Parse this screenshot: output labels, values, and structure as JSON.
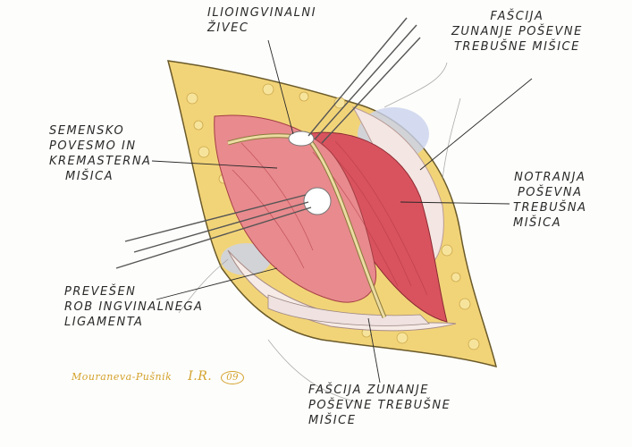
{
  "labels": {
    "ilioinguinal": [
      "ILIOINGVINALNI",
      "ŽIVEC"
    ],
    "fascija_top": [
      "FAŠCIJA",
      "ZUNANJE POŠEVNE",
      "TREBUŠNE MIŠICE"
    ],
    "semensko": [
      "SEMENSKO",
      "POVESMO IN",
      "KREMASTERNA",
      "MIŠICA"
    ],
    "notranja": [
      "NOTRANJA",
      "POŠEVNA",
      "TREBUŠNA",
      "MIŠICA"
    ],
    "prevesen": [
      "PREVEŠEN",
      "ROB INGVINALNEGA",
      "LIGAMENTA"
    ],
    "fascija_bottom": [
      "FAŠCIJA ZUNANJE",
      "POŠEVNE TREBUŠNE",
      "MIŠICE"
    ]
  },
  "signature": {
    "name": "Mouraneva-Pušnik",
    "initials": "I.R.",
    "year": "09"
  },
  "colors": {
    "fat": "#f2d478",
    "muscle": "#d9535e",
    "muscle_light": "#e88a8e",
    "fascia": "#f3e3df",
    "nerve": "#e8d9a0",
    "ink": "#2a2a2a"
  }
}
